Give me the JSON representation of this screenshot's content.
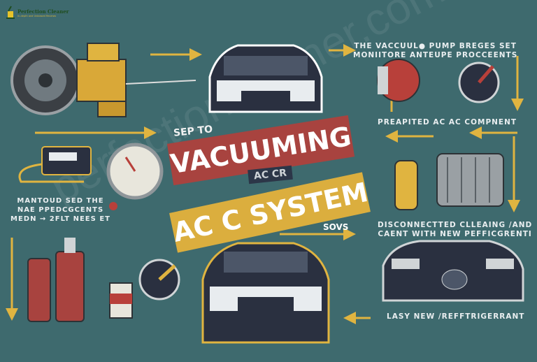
{
  "logo": {
    "name": "Perfection Cleaner",
    "tagline": "In-depth and Unbiased Reviews"
  },
  "watermark": "perfectioncleaner.com",
  "title": {
    "small": "SEP TO",
    "line1": "VACUUMING",
    "middle": "AC CR",
    "line2": "AC C SYSTEM",
    "suffix": "SOVS"
  },
  "captions": {
    "top_right": [
      "THE VACCUUL● PUMP BREGES SET",
      "MONIITORE ANTEUPE PROCCEENTS"
    ],
    "mid_right": "PREAPITED AC AC COMPNENT",
    "left": [
      "MANTOUD SED THE",
      "NAE PPEDCGCENTS",
      "MEDN → 2FLT NEES ET"
    ],
    "right_lower": [
      "DISCONNECTTED CLLEAING /AND",
      "CAENT WITH NEW PEFFICGRENTI"
    ],
    "bottom_right": "LASY NEW /REFFTRIGERRANT"
  },
  "colors": {
    "background": "#3e6a6e",
    "red_banner": "#a8433f",
    "yellow_banner": "#dbae3e",
    "arrow": "#e0b440",
    "navy": "#2c3648"
  }
}
